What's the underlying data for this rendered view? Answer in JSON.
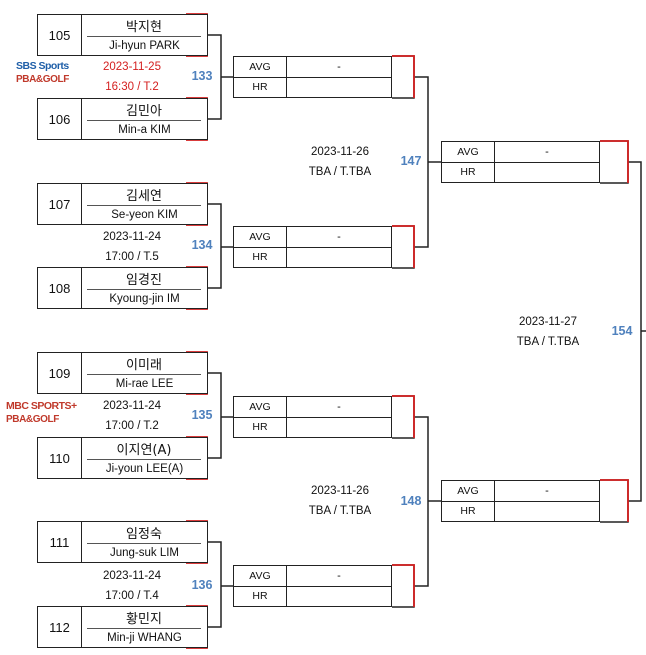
{
  "matches": [
    {
      "no": "133",
      "date": "2023-11-25",
      "time_table": "16:30 / T.2",
      "schedule_color": "#d42020",
      "players": [
        {
          "seed": "105",
          "name_ko": "박지현",
          "name_en": "Ji-hyun PARK"
        },
        {
          "seed": "106",
          "name_ko": "김민아",
          "name_en": "Min-a KIM"
        }
      ],
      "result": {
        "avg_label": "AVG",
        "hr_label": "HR",
        "avg_value": "-"
      }
    },
    {
      "no": "134",
      "date": "2023-11-24",
      "time_table": "17:00 / T.5",
      "players": [
        {
          "seed": "107",
          "name_ko": "김세연",
          "name_en": "Se-yeon KIM"
        },
        {
          "seed": "108",
          "name_ko": "임경진",
          "name_en": "Kyoung-jin IM"
        }
      ],
      "result": {
        "avg_label": "AVG",
        "hr_label": "HR",
        "avg_value": "-"
      }
    },
    {
      "no": "135",
      "date": "2023-11-24",
      "time_table": "17:00 / T.2",
      "players": [
        {
          "seed": "109",
          "name_ko": "이미래",
          "name_en": "Mi-rae LEE"
        },
        {
          "seed": "110",
          "name_ko": "이지연(A)",
          "name_en": "Ji-youn LEE(A)"
        }
      ],
      "result": {
        "avg_label": "AVG",
        "hr_label": "HR",
        "avg_value": "-"
      }
    },
    {
      "no": "136",
      "date": "2023-11-24",
      "time_table": "17:00 / T.4",
      "players": [
        {
          "seed": "111",
          "name_ko": "임정숙",
          "name_en": "Jung-suk LIM"
        },
        {
          "seed": "112",
          "name_ko": "황민지",
          "name_en": "Min-ji WHANG"
        }
      ],
      "result": {
        "avg_label": "AVG",
        "hr_label": "HR",
        "avg_value": "-"
      }
    }
  ],
  "semis": [
    {
      "no": "147",
      "date": "2023-11-26",
      "time_table": "TBA / T.TBA",
      "result": {
        "avg_label": "AVG",
        "hr_label": "HR",
        "avg_value": "-"
      }
    },
    {
      "no": "148",
      "date": "2023-11-26",
      "time_table": "TBA / T.TBA",
      "result": {
        "avg_label": "AVG",
        "hr_label": "HR",
        "avg_value": "-"
      }
    }
  ],
  "final": {
    "no": "154",
    "date": "2023-11-27",
    "time_table": "TBA / T.TBA"
  },
  "broadcasters": [
    {
      "line1": "SBS Sports",
      "line2": "PBA&GOLF"
    },
    {
      "line1": "MBC SPORTS+",
      "line2": "PBA&GOLF"
    }
  ],
  "colors": {
    "accent_red": "#d42020",
    "match_number_blue": "#4f81bd",
    "border": "#222222"
  }
}
